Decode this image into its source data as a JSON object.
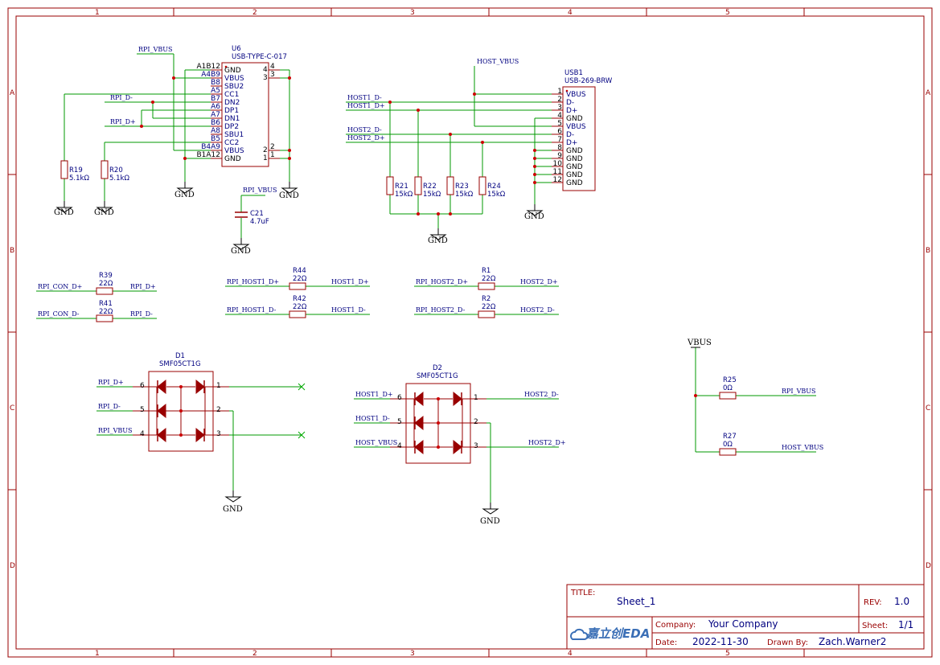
{
  "frame": {
    "columns": [
      "1",
      "2",
      "3",
      "4",
      "5"
    ],
    "rows": [
      "A",
      "B",
      "C",
      "D"
    ]
  },
  "components": {
    "u6": {
      "ref": "U6",
      "value": "USB-TYPE-C-017",
      "pins_left": [
        {
          "num": "A1B12",
          "name": "GND"
        },
        {
          "num": "A4B9",
          "name": "VBUS"
        },
        {
          "num": "B8",
          "name": "SBU2"
        },
        {
          "num": "A5",
          "name": "CC1"
        },
        {
          "num": "B7",
          "name": "DN2"
        },
        {
          "num": "A6",
          "name": "DP1"
        },
        {
          "num": "A7",
          "name": "DN1"
        },
        {
          "num": "B6",
          "name": "DP2"
        },
        {
          "num": "A8",
          "name": "SBU1"
        },
        {
          "num": "B5",
          "name": "CC2"
        },
        {
          "num": "B4A9",
          "name": "VBUS"
        },
        {
          "num": "B1A12",
          "name": "GND"
        }
      ],
      "pins_right": [
        {
          "num": "4"
        },
        {
          "num": "3"
        },
        {
          "num": "2"
        },
        {
          "num": "1"
        }
      ]
    },
    "usb1": {
      "ref": "USB1",
      "value": "USB-269-BRW",
      "pins": [
        {
          "num": "1",
          "name": "VBUS"
        },
        {
          "num": "2",
          "name": "D-"
        },
        {
          "num": "3",
          "name": "D+"
        },
        {
          "num": "4",
          "name": "GND"
        },
        {
          "num": "5",
          "name": "VBUS"
        },
        {
          "num": "6",
          "name": "D-"
        },
        {
          "num": "7",
          "name": "D+"
        },
        {
          "num": "8",
          "name": "GND"
        },
        {
          "num": "9",
          "name": "GND"
        },
        {
          "num": "10",
          "name": "GND"
        },
        {
          "num": "11",
          "name": "GND"
        },
        {
          "num": "12",
          "name": "GND"
        }
      ]
    },
    "r19": {
      "ref": "R19",
      "value": "5.1kΩ"
    },
    "r20": {
      "ref": "R20",
      "value": "5.1kΩ"
    },
    "c21": {
      "ref": "C21",
      "value": "4.7uF"
    },
    "r21": {
      "ref": "R21",
      "value": "15kΩ"
    },
    "r22": {
      "ref": "R22",
      "value": "15kΩ"
    },
    "r23": {
      "ref": "R23",
      "value": "15kΩ"
    },
    "r24": {
      "ref": "R24",
      "value": "15kΩ"
    },
    "r39": {
      "ref": "R39",
      "value": "22Ω"
    },
    "r41": {
      "ref": "R41",
      "value": "22Ω"
    },
    "r44": {
      "ref": "R44",
      "value": "22Ω"
    },
    "r42": {
      "ref": "R42",
      "value": "22Ω"
    },
    "r1": {
      "ref": "R1",
      "value": "22Ω"
    },
    "r2": {
      "ref": "R2",
      "value": "22Ω"
    },
    "d1": {
      "ref": "D1",
      "value": "SMF05CT1G"
    },
    "d2": {
      "ref": "D2",
      "value": "SMF05CT1G"
    },
    "r25": {
      "ref": "R25",
      "value": "0Ω"
    },
    "r27": {
      "ref": "R27",
      "value": "0Ω"
    }
  },
  "nets": {
    "rpi_vbus": "RPI_VBUS",
    "rpi_dm": "RPI_D-",
    "rpi_dp": "RPI_D+",
    "host_vbus": "HOST_VBUS",
    "host1_dm": "HOST1_D-",
    "host1_dp": "HOST1_D+",
    "host2_dm": "HOST2_D-",
    "host2_dp": "HOST2_D+",
    "rpi_con_dp": "RPI_CON_D+",
    "rpi_con_dm": "RPI_CON_D-",
    "rpi_host1_dp": "RPI_HOST1_D+",
    "rpi_host1_dm": "RPI_HOST1_D-",
    "rpi_host2_dp": "RPI_HOST2_D+",
    "rpi_host2_dm": "RPI_HOST2_D-",
    "vbus": "VBUS",
    "gnd": "GND"
  },
  "diode_pins": {
    "p1": "1",
    "p2": "2",
    "p3": "3",
    "p4": "4",
    "p5": "5",
    "p6": "6"
  },
  "title_block": {
    "title_label": "TITLE:",
    "title": "Sheet_1",
    "rev_label": "REV:",
    "rev": "1.0",
    "company_label": "Company:",
    "company": "Your Company",
    "sheet_label": "Sheet:",
    "sheet": "1/1",
    "date_label": "Date:",
    "date": "2022-11-30",
    "drawn_label": "Drawn By:",
    "drawn_by": "Zach.Warner2",
    "logo_text": "嘉立创EDA"
  }
}
